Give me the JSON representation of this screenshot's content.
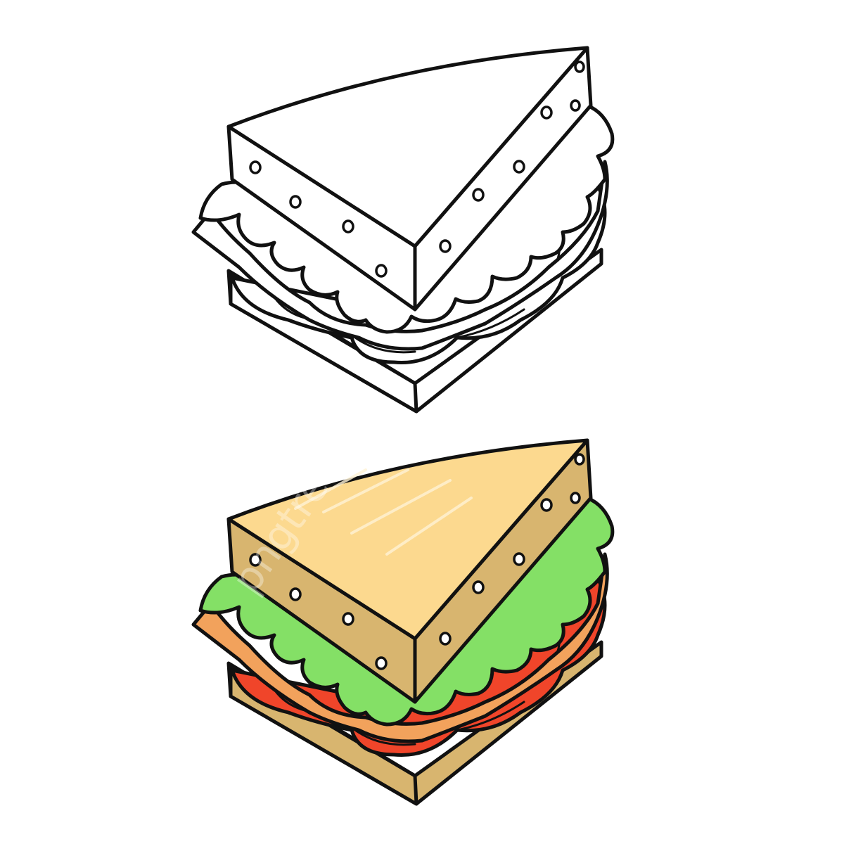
{
  "illustration": {
    "subject": "sandwich",
    "variants": [
      "outline",
      "colored"
    ],
    "watermark": "pngtree"
  },
  "colors": {
    "outline": "#111111",
    "bread_top": "#fcd98f",
    "bread_crust": "#d8b56f",
    "lettuce": "#84e066",
    "ham": "#f2a25c",
    "tomato": "#f0452a",
    "cheese": "#f7d9a0"
  }
}
